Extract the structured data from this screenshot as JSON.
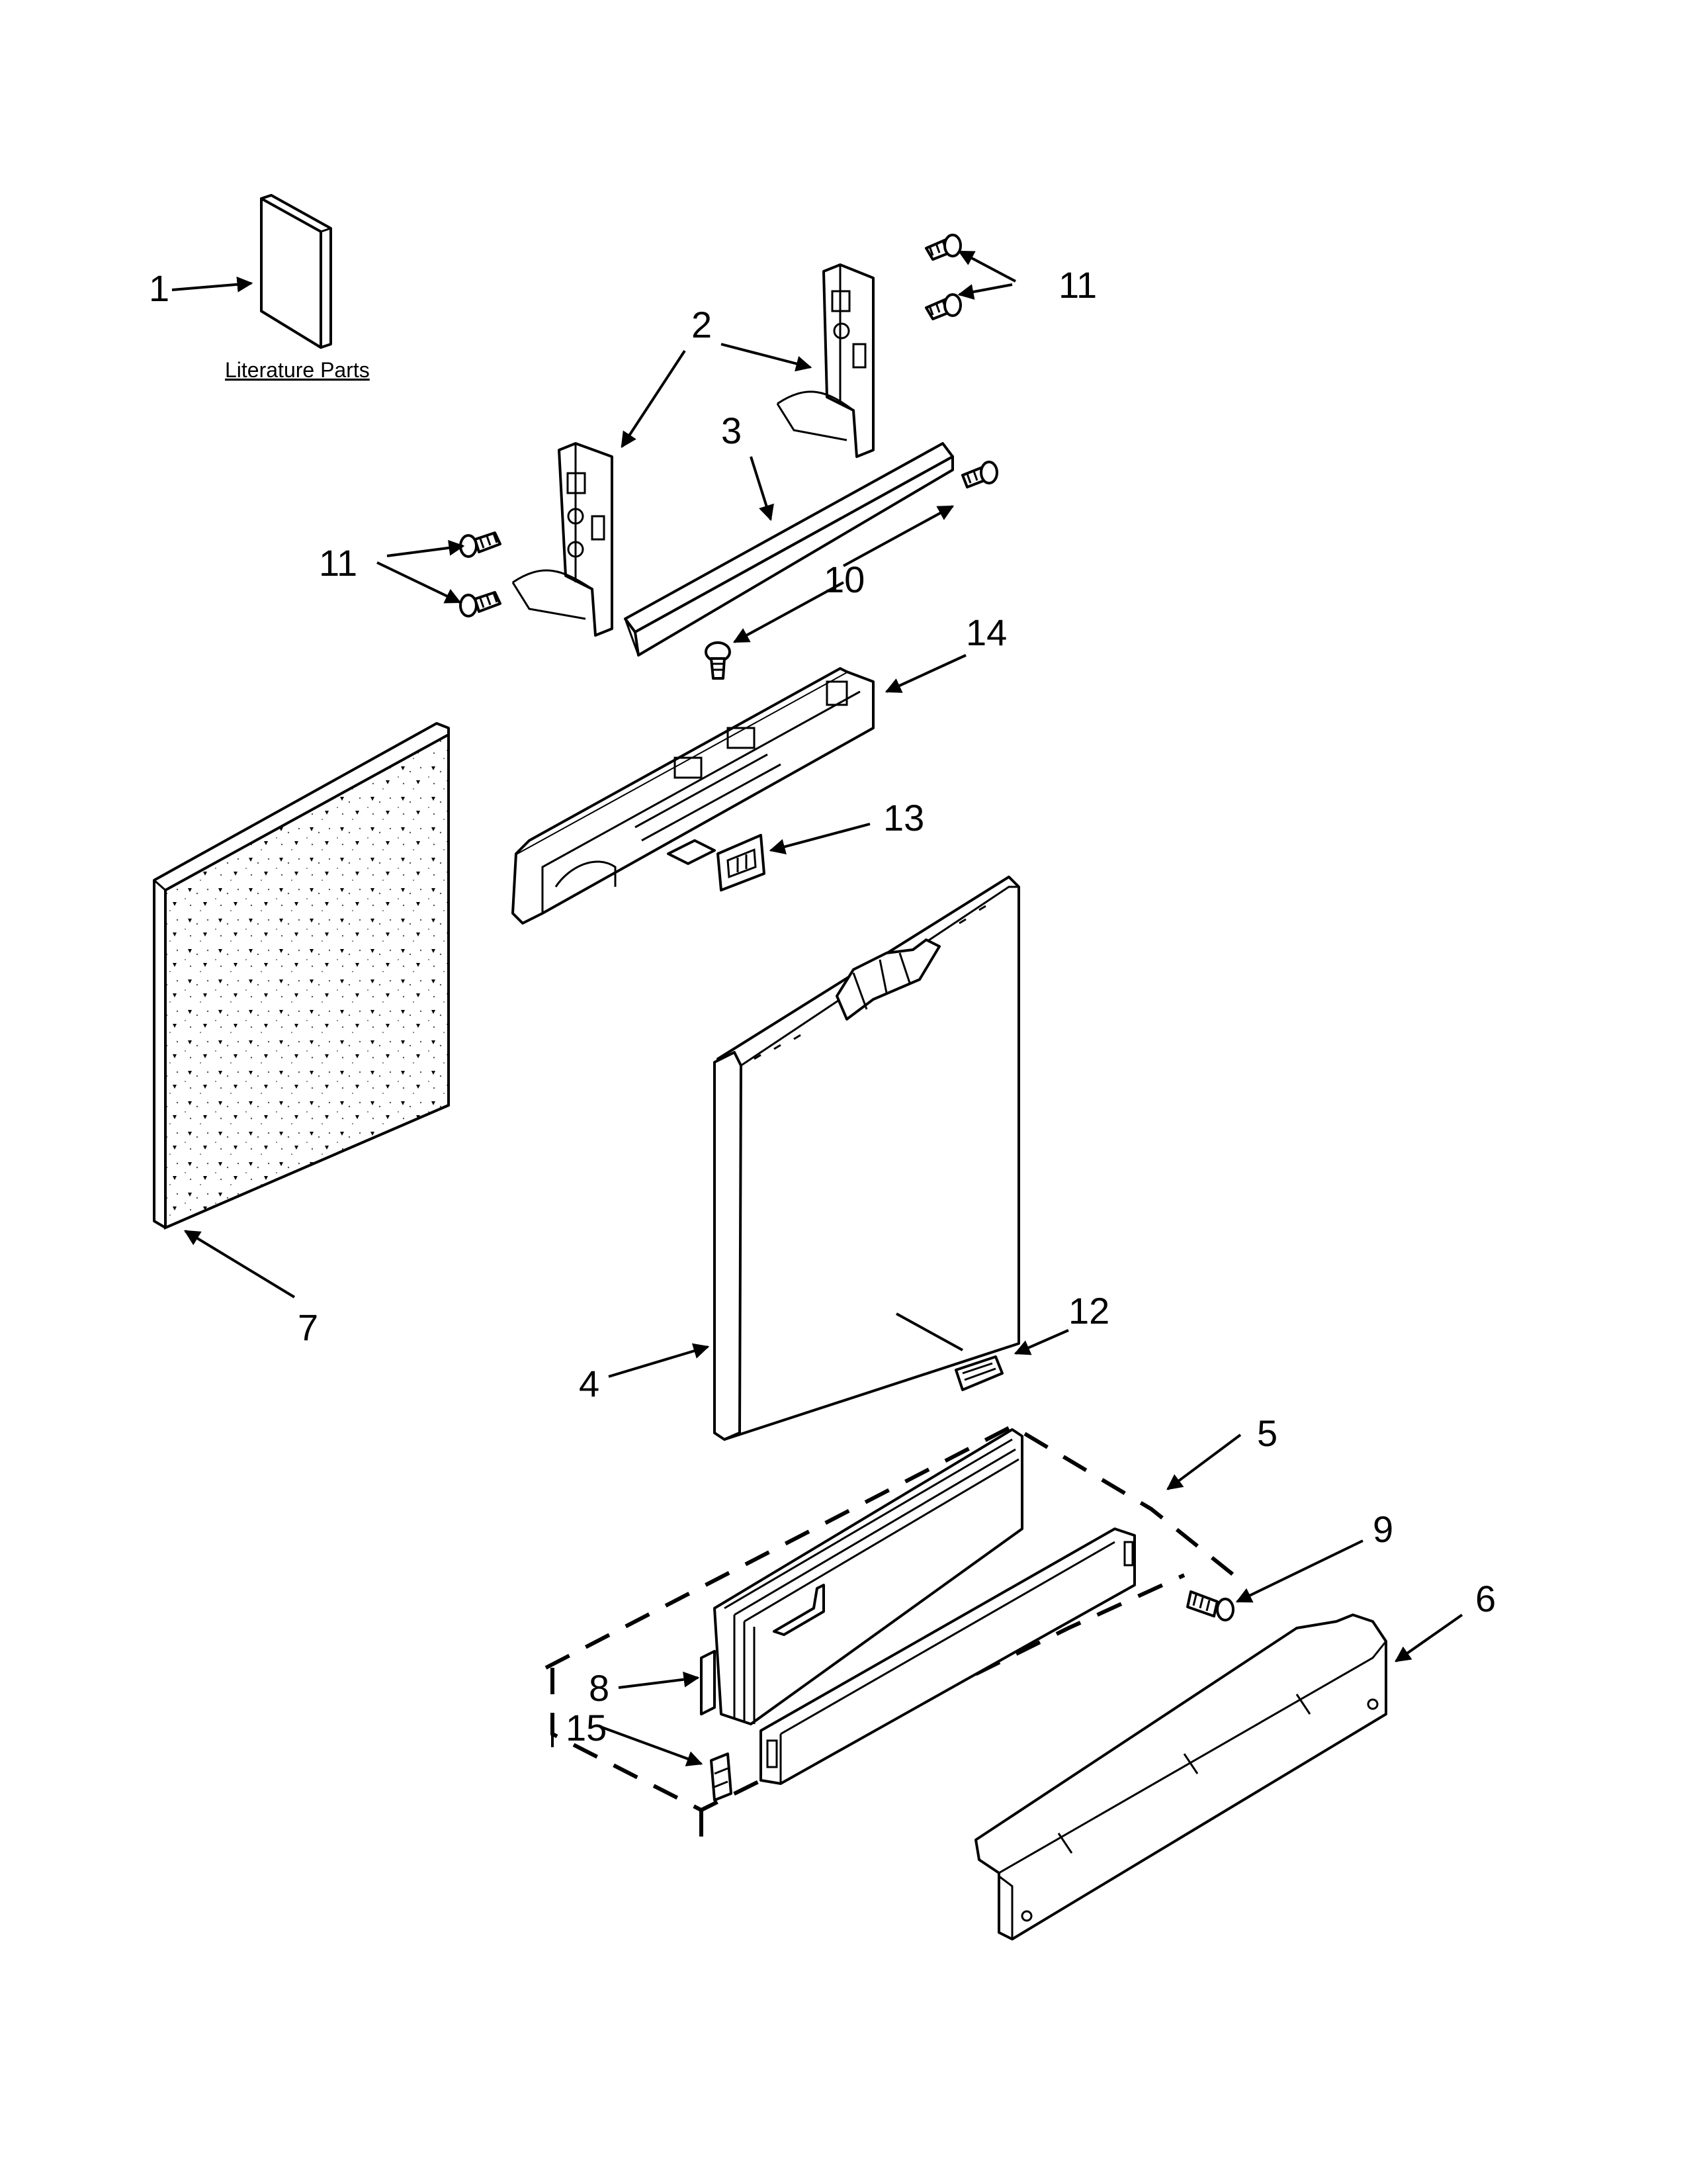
{
  "literature": {
    "caption": "Literature Parts"
  },
  "callouts": {
    "c1": "1",
    "c2": "2",
    "c3": "3",
    "c4": "4",
    "c5": "5",
    "c6": "6",
    "c7": "7",
    "c8": "8",
    "c9": "9",
    "c10": "10",
    "c11_top": "11",
    "c11_left": "11",
    "c12": "12",
    "c13": "13",
    "c14": "14",
    "c15": "15"
  },
  "colors": {
    "line": "#000000",
    "paper": "#ffffff"
  }
}
